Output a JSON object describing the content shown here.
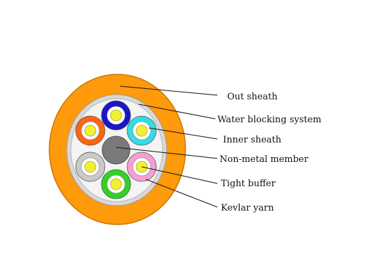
{
  "diagram": {
    "labels": {
      "out_sheath": "Out sheath",
      "water_blocking_system": "Water blocking system",
      "inner_sheath": "Inner sheath",
      "non_metal_member": "Non-metal member",
      "tight_buffer": "Tight buffer",
      "kevlar_yarn": "Kevlar yarn"
    },
    "colors": {
      "outer_sheath": "#ff9a0a",
      "outer_sheath_edge": "#cf7200",
      "water_blocking_ring": "#d8d8d8",
      "inner_fill": "#f4f4f4",
      "central_member": "#7a7a7a",
      "core": "#f2f030",
      "leader_line": "#111111"
    },
    "fibers": [
      {
        "position": "top",
        "color": "#1a17c8"
      },
      {
        "position": "upper-right",
        "color": "#33dce6"
      },
      {
        "position": "lower-right",
        "color": "#f5a0d0"
      },
      {
        "position": "bottom",
        "color": "#30d226"
      },
      {
        "position": "lower-left",
        "color": "#c9c9c9"
      },
      {
        "position": "upper-left",
        "color": "#ff6410"
      }
    ]
  }
}
